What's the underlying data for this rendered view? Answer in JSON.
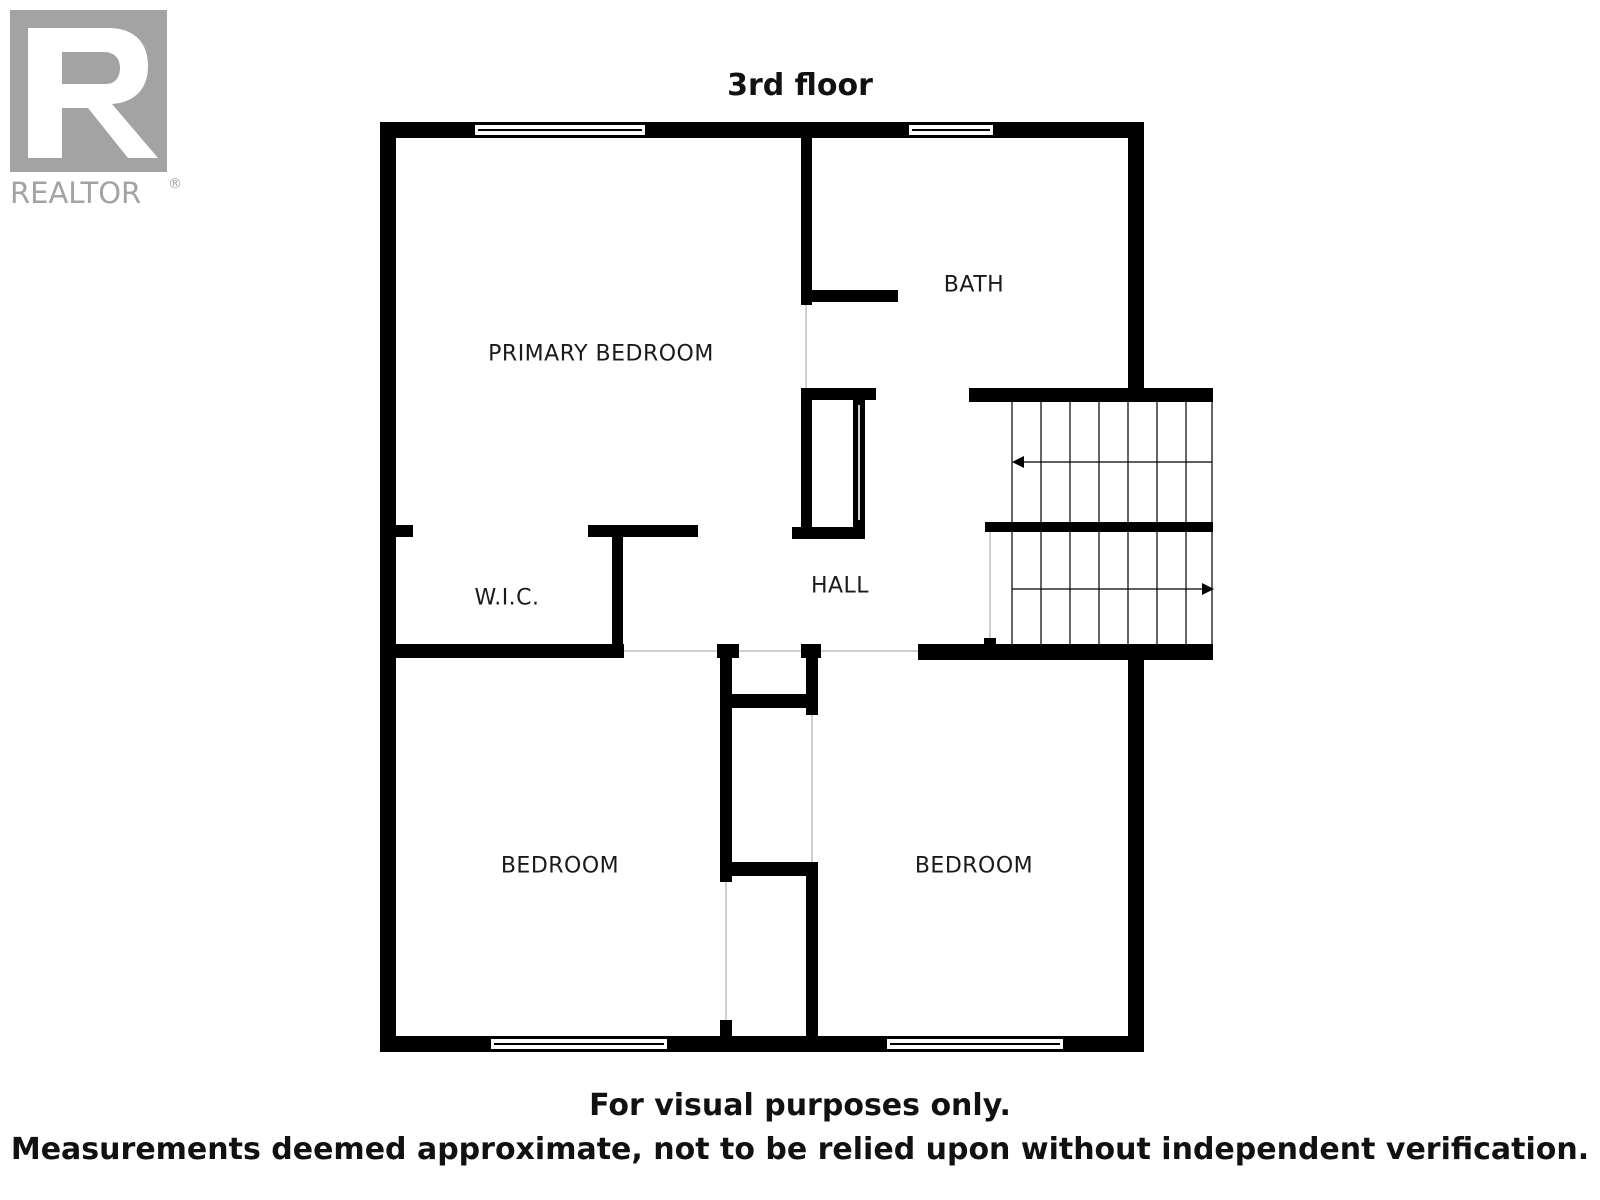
{
  "logo": {
    "text": "REALTOR®",
    "color": "#9a9a9a"
  },
  "floor_title": "3rd floor",
  "rooms": {
    "primary_bedroom": "PRIMARY BEDROOM",
    "bath": "BATH",
    "wic": "W.I.C.",
    "hall": "HALL",
    "bedroom_left": "BEDROOM",
    "bedroom_right": "BEDROOM"
  },
  "disclaimer": {
    "line1": "For visual purposes only.",
    "line2": "Measurements deemed approximate, not to be relied upon without independent verification."
  },
  "colors": {
    "wall": "#000000",
    "window": "#ffffff",
    "background": "#ffffff"
  }
}
